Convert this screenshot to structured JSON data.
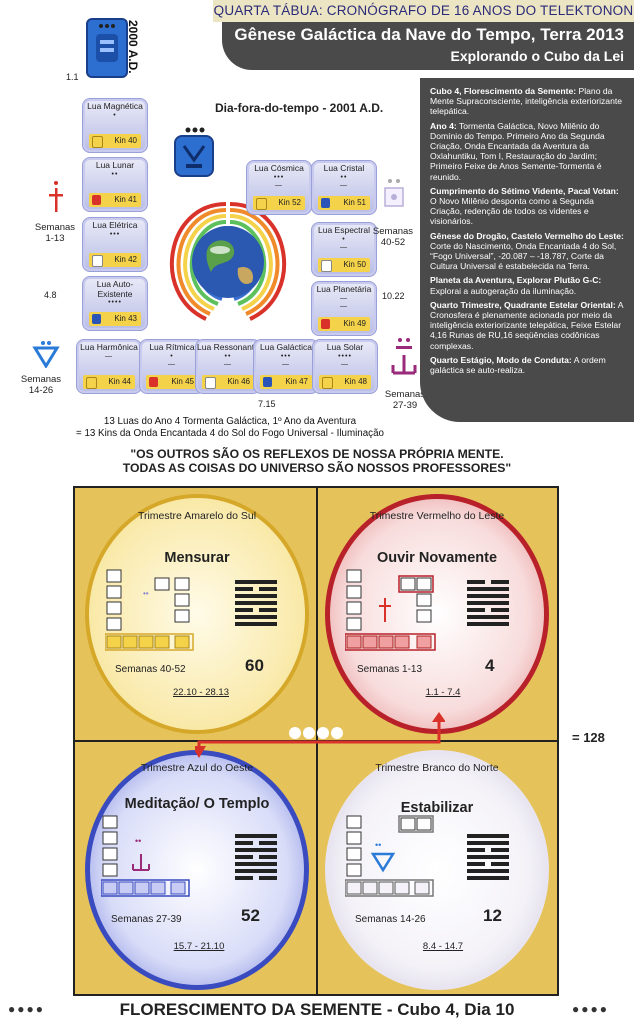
{
  "header": {
    "top": "QUARTA TÁBUA: CRONÓGRAFO DE 16 ANOS DO TELEKTONON",
    "title": "Gênese Galáctica da Nave do Tempo, Terra 2013",
    "subtitle": "Explorando o Cubo da Lei"
  },
  "left": {
    "year_label": "2000 A.D.",
    "code_11": "1.1",
    "day_out": "Dia-fora-do-tempo - 2001 A.D.",
    "code_48": "4.8",
    "code_1022": "10.22",
    "code_715": "7.15",
    "weeks_1_13": "Semanas 1-13",
    "weeks_14_26": "Semanas 14-26",
    "weeks_27_39": "Semanas 27-39",
    "weeks_40_52": "Semanas 40-52"
  },
  "moons": [
    {
      "name": "Lua Magnética",
      "kin": "Kin 40",
      "color": "#f4d24a"
    },
    {
      "name": "Lua Lunar",
      "kin": "Kin 41",
      "color": "#d8322a"
    },
    {
      "name": "Lua Elétrica",
      "kin": "Kin 42",
      "color": "#ffffff"
    },
    {
      "name": "Lua Auto-Existente",
      "kin": "Kin 43",
      "color": "#2a54b8"
    },
    {
      "name": "Lua Harmônica",
      "kin": "Kin 44",
      "color": "#f4d24a"
    },
    {
      "name": "Lua Rítmica",
      "kin": "Kin 45",
      "color": "#d8322a"
    },
    {
      "name": "Lua Ressonante",
      "kin": "Kin 46",
      "color": "#ffffff"
    },
    {
      "name": "Lua Galáctica",
      "kin": "Kin 47",
      "color": "#2a54b8"
    },
    {
      "name": "Lua Solar",
      "kin": "Kin 48",
      "color": "#f4d24a"
    },
    {
      "name": "Lua Planetária",
      "kin": "Kin 49",
      "color": "#d8322a"
    },
    {
      "name": "Lua Espectral",
      "kin": "Kin 50",
      "color": "#ffffff"
    },
    {
      "name": "Lua Cristal",
      "kin": "Kin 51",
      "color": "#2a54b8"
    },
    {
      "name": "Lua Cósmica",
      "kin": "Kin 52",
      "color": "#f4d24a"
    }
  ],
  "caption": {
    "line1": "13 Luas do Ano 4 Tormenta Galáctica, 1º Ano da Aventura",
    "line2": "= 13 Kins da Onda Encantada 4 do Sol do Fogo Universal - Iluminação"
  },
  "panel": [
    {
      "head": "Cubo 4, Florescimento da Semente:",
      "body": "Plano da Mente Supraconsciente, inteligência exteriorizante telepática."
    },
    {
      "head": "Ano 4:",
      "body": "Tormenta Galáctica, Novo Milênio do Domínio do Tempo. Primeiro Ano da Segunda Criação, Onda Encantada da Aventura da Oxlahuntiku, Tom I, Restauração do Jardim; Primeiro Feixe de Anos Semente-Tormenta é reunido."
    },
    {
      "head": "Cumprimento do Sétimo Vidente, Pacal Votan:",
      "body": "O Novo Milênio desponta como a Segunda Criação, redenção de todos os videntes e visionários."
    },
    {
      "head": "Gênese do Drogão, Castelo Vermelho do Leste:",
      "body": "Corte do Nascimento, Onda Encantada 4 do Sol, “Fogo Universal”, -20.087 – -18.787, Corte da Cultura Universal é estabelecida na Terra."
    },
    {
      "head": "Planeta da Aventura, Explorar Plutão G-C:",
      "body": "Explorai a autogeração da iluminação."
    },
    {
      "head": "Quarto Trimestre, Quadrante Estelar Oriental:",
      "body": "A Cronosfera é plenamente acionada por meio da inteligência exteriorizante telepática, Feixe Estelar 4,16 Runas de RU,16 seqüências codônicas complexas."
    },
    {
      "head": "Quarto Estágio, Modo de Conduta:",
      "body": "A ordem galáctica se auto-realiza."
    }
  ],
  "quote": {
    "line1": "\"OS OUTROS SÃO OS REFLEXOS DE NOSSA PRÓPRIA MENTE.",
    "line2": "TODAS AS COISAS DO UNIVERSO SÃO NOSSOS PROFESSORES\""
  },
  "quadrants": [
    {
      "title": "Trimestre Amarelo do Sul",
      "name": "Mensurar",
      "weeks": "Semanas 40-52",
      "number": "60",
      "dates": "22.10 - 28.13",
      "color": "#f4d24a"
    },
    {
      "title": "Trimestre Vermelho do Leste",
      "name": "Ouvir Novamente",
      "weeks": "Semanas 1-13",
      "number": "4",
      "dates": "1.1 - 7.4",
      "color": "#d8322a"
    },
    {
      "title": "Trimestre Azul do Oeste",
      "name": "Meditação/ O Templo",
      "weeks": "Semanas 27-39",
      "number": "52",
      "dates": "15.7 - 21.10",
      "color": "#3a4bc0"
    },
    {
      "title": "Trimestre Branco do Norte",
      "name": "Estabilizar",
      "weeks": "Semanas 14-26",
      "number": "12",
      "dates": "8.4 - 14.7",
      "color": "#ffffff"
    }
  ],
  "total": "= 128",
  "footer": "FLORESCIMENTO DA SEMENTE - Cubo 4, Dia 10"
}
